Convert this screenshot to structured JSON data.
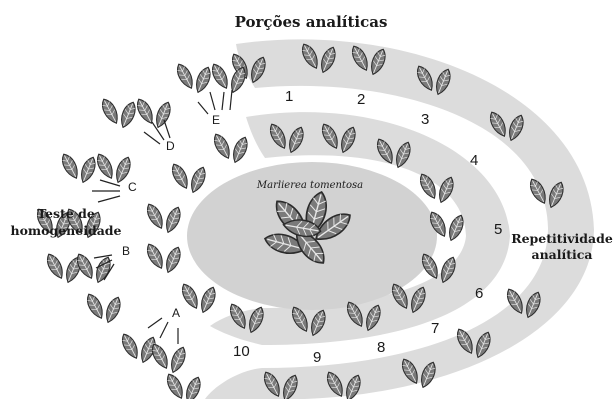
{
  "title": "Porções analíticas",
  "left_label": [
    "Teste de",
    "homogeneidade"
  ],
  "right_label": [
    "Repetitividade",
    "analítica"
  ],
  "center_label": "Marlierea tomentosa",
  "portion_numbers": [
    "1",
    "2",
    "3",
    "4",
    "5",
    "6",
    "7",
    "8",
    "9",
    "10"
  ],
  "sample_letters": [
    "A",
    "B",
    "C",
    "D",
    "E"
  ],
  "colors": {
    "band": "#dcdcdc",
    "center_ellipse": "#d2d2d2",
    "leaf_fill": "#7a7a7a",
    "leaf_stroke": "#2b2b2b",
    "leaf_vein": "#e8e8e8"
  },
  "icons": {
    "leaf": "leaf-pair-icon",
    "center": "leaf-cluster-icon"
  }
}
